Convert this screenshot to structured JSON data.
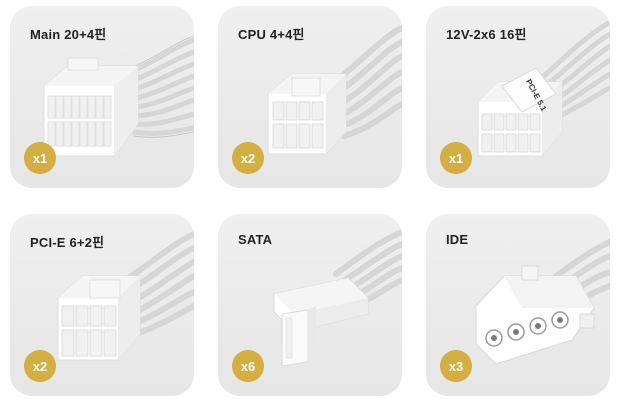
{
  "connectors": [
    {
      "label": "Main 20+4핀",
      "count": "x1",
      "icon": "atx-24pin-connector-icon"
    },
    {
      "label": "CPU 4+4핀",
      "count": "x2",
      "icon": "cpu-8pin-connector-icon"
    },
    {
      "label": "12V-2x6 16핀",
      "count": "x1",
      "icon": "12v-2x6-connector-icon",
      "marking": "PCI-E 5.1"
    },
    {
      "label": "PCI-E 6+2핀",
      "count": "x2",
      "icon": "pcie-8pin-connector-icon"
    },
    {
      "label": "SATA",
      "count": "x6",
      "icon": "sata-connector-icon"
    },
    {
      "label": "IDE",
      "count": "x3",
      "icon": "molex-ide-connector-icon"
    }
  ],
  "colors": {
    "card_bg": "#ececec",
    "badge": "#d4ae40",
    "text": "#222222",
    "connector": "#fafafa",
    "wire": "#d8d8d8"
  }
}
